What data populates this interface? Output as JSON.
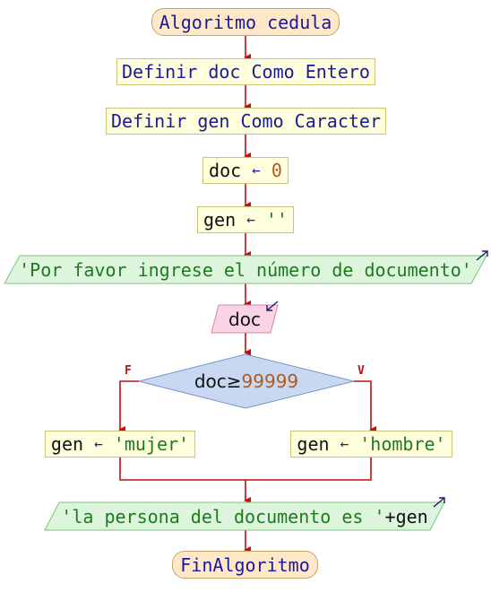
{
  "flowchart": {
    "start": "Algoritmo cedula",
    "define_doc": "Definir doc Como Entero",
    "define_gen": "Definir gen Como Caracter",
    "assign_doc": {
      "var": "doc",
      "op": "←",
      "value": "0"
    },
    "assign_gen": {
      "var": "gen",
      "op": "←",
      "value": "''"
    },
    "output_prompt": "'Por favor ingrese el número de documento'",
    "input_doc": "doc",
    "decision": {
      "left": "doc",
      "op": "≥",
      "value": "99999"
    },
    "false_label": "F",
    "true_label": "V",
    "false_branch": {
      "var": "gen",
      "op": "←",
      "value": "'mujer'"
    },
    "true_branch": {
      "var": "gen",
      "op": "←",
      "value": "'hombre'"
    },
    "output_result": {
      "str": "'la persona del documento es '",
      "rest": "+gen"
    },
    "end": "FinAlgoritmo"
  },
  "colors": {
    "process_fill": "#ffffdd",
    "terminal_fill": "#ffe8c8",
    "output_fill": "#dcf5dc",
    "input_fill": "#f9d4e4",
    "decision_fill": "#c8d8f2",
    "connector": "#c01010"
  }
}
